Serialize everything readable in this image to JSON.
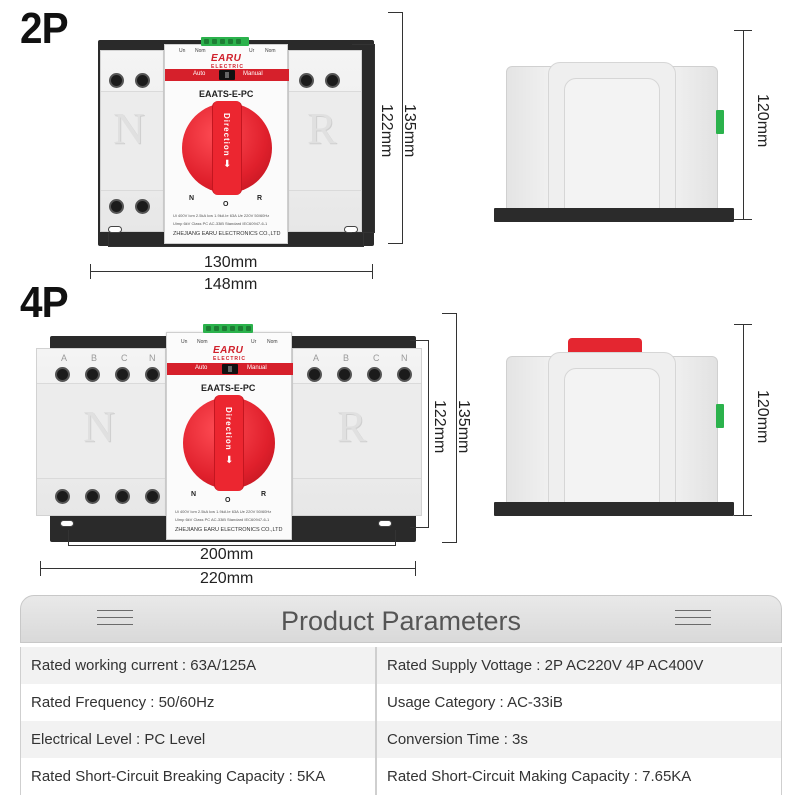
{
  "labels": {
    "two_pole": "2P",
    "four_pole": "4P"
  },
  "device": {
    "top_left_text": "Un",
    "top_left_text2": "Nom",
    "top_right_text": "Ur",
    "top_right_text2": "Nom",
    "brand": "EARU",
    "brand_sub": "ELECTRIC",
    "mode_auto": "Auto",
    "mode_manual": "Manual",
    "model": "EAATS-E-PC",
    "knob_label": "Direction",
    "pos_n": "N",
    "pos_o": "O",
    "pos_r": "R",
    "spec_line1": "Ui 400V  Icm 2.5kA  Icw 1.9kA  Ie  63A  Ue  220V  50/60Hz",
    "spec_line2": "Uimp 6kV   Class PC   AC-33iB   Standard IEC60947-6-1",
    "maker": "ZHEJIANG EARU ELECTRONICS CO.,LTD",
    "glyph_n": "N",
    "glyph_r": "R",
    "terminals_4p": [
      "A",
      "B",
      "C",
      "N"
    ]
  },
  "dimensions": {
    "two_pole": {
      "width_inner": "130mm",
      "width_outer": "148mm",
      "height_inner": "122mm",
      "height_outer": "135mm",
      "depth": "120mm"
    },
    "four_pole": {
      "width_inner": "200mm",
      "width_outer": "220mm",
      "height_inner": "122mm",
      "height_outer": "135mm",
      "depth": "120mm"
    }
  },
  "parameters": {
    "title": "Product Parameters",
    "rows": [
      [
        "Rated working current : 63A/125A",
        "Rated Supply Vottage : 2P AC220V   4P AC400V"
      ],
      [
        "Rated Frequency : 50/60Hz",
        "Usage Category : AC-33iB"
      ],
      [
        "Electrical Level : PC Level",
        "Conversion Time : 3s"
      ],
      [
        "Rated Short-Circuit Breaking Capacity : 5KA",
        "Rated Short-Circuit Making Capacity : 7.65KA"
      ]
    ]
  },
  "colors": {
    "accent_red": "#d6202b",
    "terminal_green": "#2bb24c",
    "rail_black": "#2a2a2a"
  }
}
